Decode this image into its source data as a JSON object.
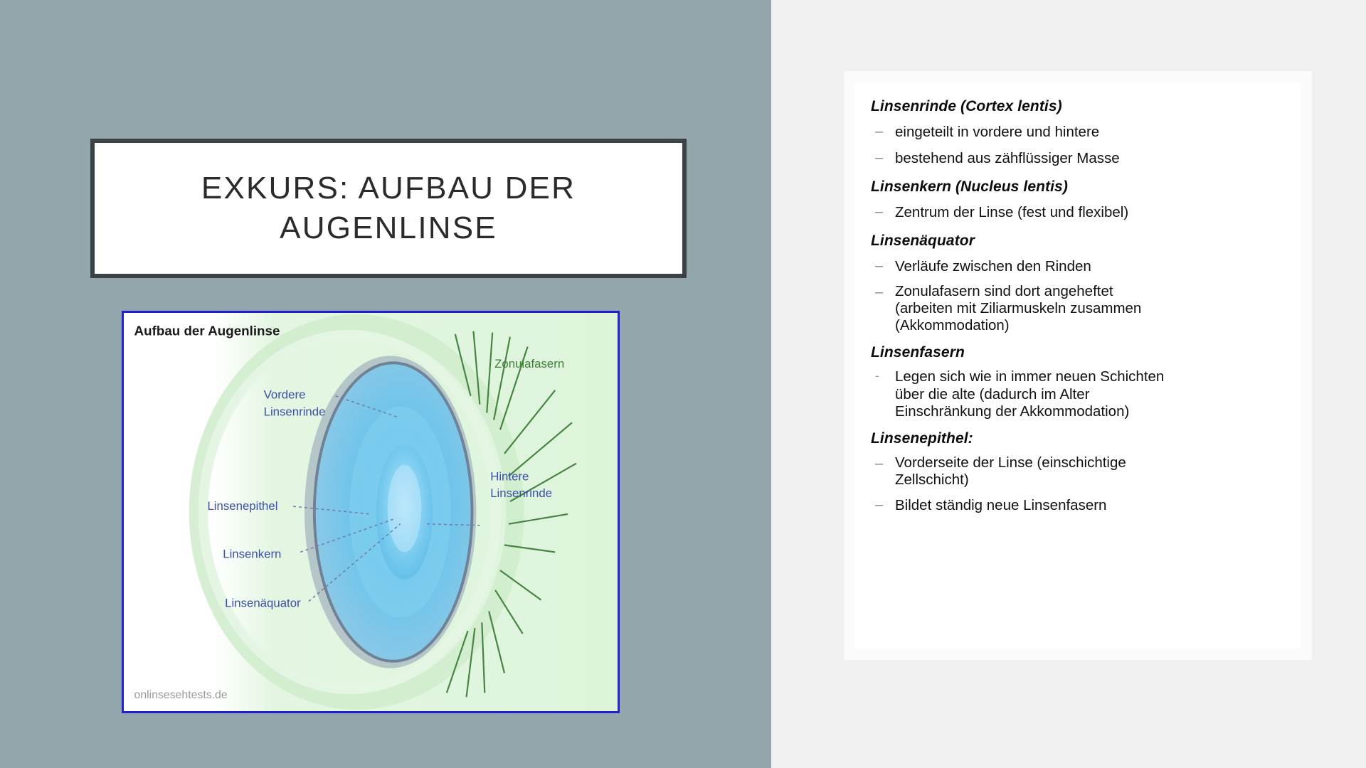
{
  "slide": {
    "title": "EXKURS: AUFBAU DER AUGENLINSE",
    "background_left_color": "#93a6ac",
    "background_right_color": "#f0f0f0",
    "title_border_color": "#3b4244"
  },
  "figure": {
    "caption": "Aufbau der Augenlinse",
    "source": "onlinsesehtests.de",
    "border_color": "#2222cc",
    "labels": {
      "zonulafasern": "Zonulafasern",
      "vordere_linsenrinde": "Vordere\nLinsenrinde",
      "hintere_linsenrinde": "Hintere\nLinsenrinde",
      "linsenepithel": "Linsenepithel",
      "linsenkern": "Linsenkern",
      "linsenaequator": "Linsenäquator"
    }
  },
  "content": {
    "sections": [
      {
        "heading": "Linsenrinde (Cortex lentis)",
        "bullets": [
          {
            "mark": "–",
            "text": "eingeteilt in vordere und hintere"
          },
          {
            "mark": "–",
            "text": "bestehend aus zähflüssiger Masse"
          }
        ]
      },
      {
        "heading": "Linsenkern (Nucleus lentis)",
        "bullets": [
          {
            "mark": "–",
            "text": "Zentrum der Linse (fest und flexibel)"
          }
        ]
      },
      {
        "heading": "Linsenäquator",
        "bullets": [
          {
            "mark": "–",
            "text": "Verläufe zwischen den Rinden"
          },
          {
            "mark": "–",
            "text": "Zonulafasern sind dort angeheftet\n(arbeiten mit Ziliarmuskeln zusammen\n(Akkommodation)"
          }
        ]
      },
      {
        "heading": "Linsenfasern",
        "bullets": [
          {
            "mark": "-",
            "text": "Legen sich wie in immer neuen Schichten\nüber die alte (dadurch im Alter\nEinschränkung der Akkommodation)"
          }
        ]
      },
      {
        "heading": "Linsenepithel:",
        "bullets": [
          {
            "mark": "–",
            "text": "Vorderseite der Linse (einschichtige\nZellschicht)"
          },
          {
            "mark": "–",
            "text": "Bildet ständig neue Linsenfasern"
          }
        ]
      }
    ]
  }
}
